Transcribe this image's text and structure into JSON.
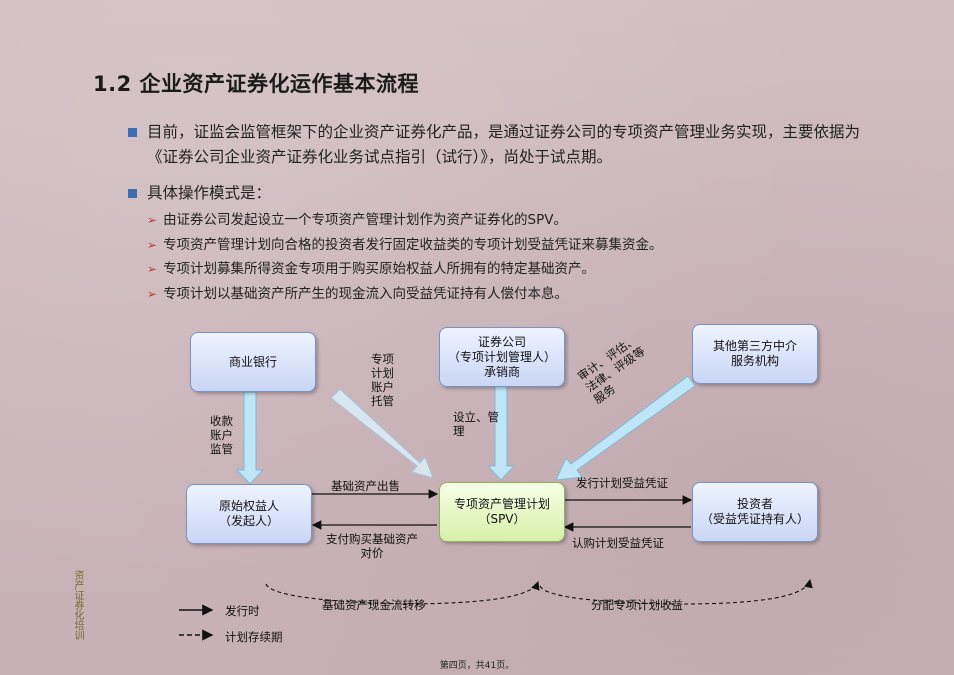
{
  "title": "1.2 企业资产证券化运作基本流程",
  "bullets": [
    "目前，证监会监管框架下的企业资产证券化产品，是通过证券公司的专项资产管理业务实现，主要依据为《证券公司企业资产证券化业务试点指引（试行）》，尚处于试点期。",
    "具体操作模式是："
  ],
  "sub_items": [
    "由证券公司发起设立一个专项资产管理计划作为资产证券化的SPV。",
    "专项资产管理计划向合格的投资者发行固定收益类的专项计划受益凭证来募集资金。",
    "专项计划募集所得资金专项用于购买原始权益人所拥有的特定基础资产。",
    "专项计划以基础资产所产生的现金流入向受益凭证持有人偿付本息。"
  ],
  "nodes": {
    "bank": "商业银行",
    "securities": "证券公司\n（专项计划管理人）\n承销商",
    "third_party": "其他第三方中介\n服务机构",
    "originator": "原始权益人\n（发起人）",
    "spv": "专项资产管理计划\n（SPV）",
    "investor": "投资者\n（受益凭证持有人）"
  },
  "edge_labels": {
    "bank_to_originator": "收款\n账户\n监管",
    "bank_to_spv": "专项\n计划\n账户\n托管",
    "securities_to_spv": "设立、管\n理",
    "third_to_spv": "审计、评估、\n法律、评级等\n服务",
    "originator_to_spv": "基础资产出售",
    "spv_to_originator": "支付购买基础资产\n对价",
    "spv_to_investor": "发行计划受益凭证",
    "investor_to_spv": "认购计划受益凭证",
    "dashed_left": "基础资产现金流转移",
    "dashed_right": "分配专项计划收益"
  },
  "legend": {
    "solid": "发行时",
    "dashed": "计划存续期"
  },
  "side_text": "资产证券化培训",
  "footer": "第四页，共41页。"
}
